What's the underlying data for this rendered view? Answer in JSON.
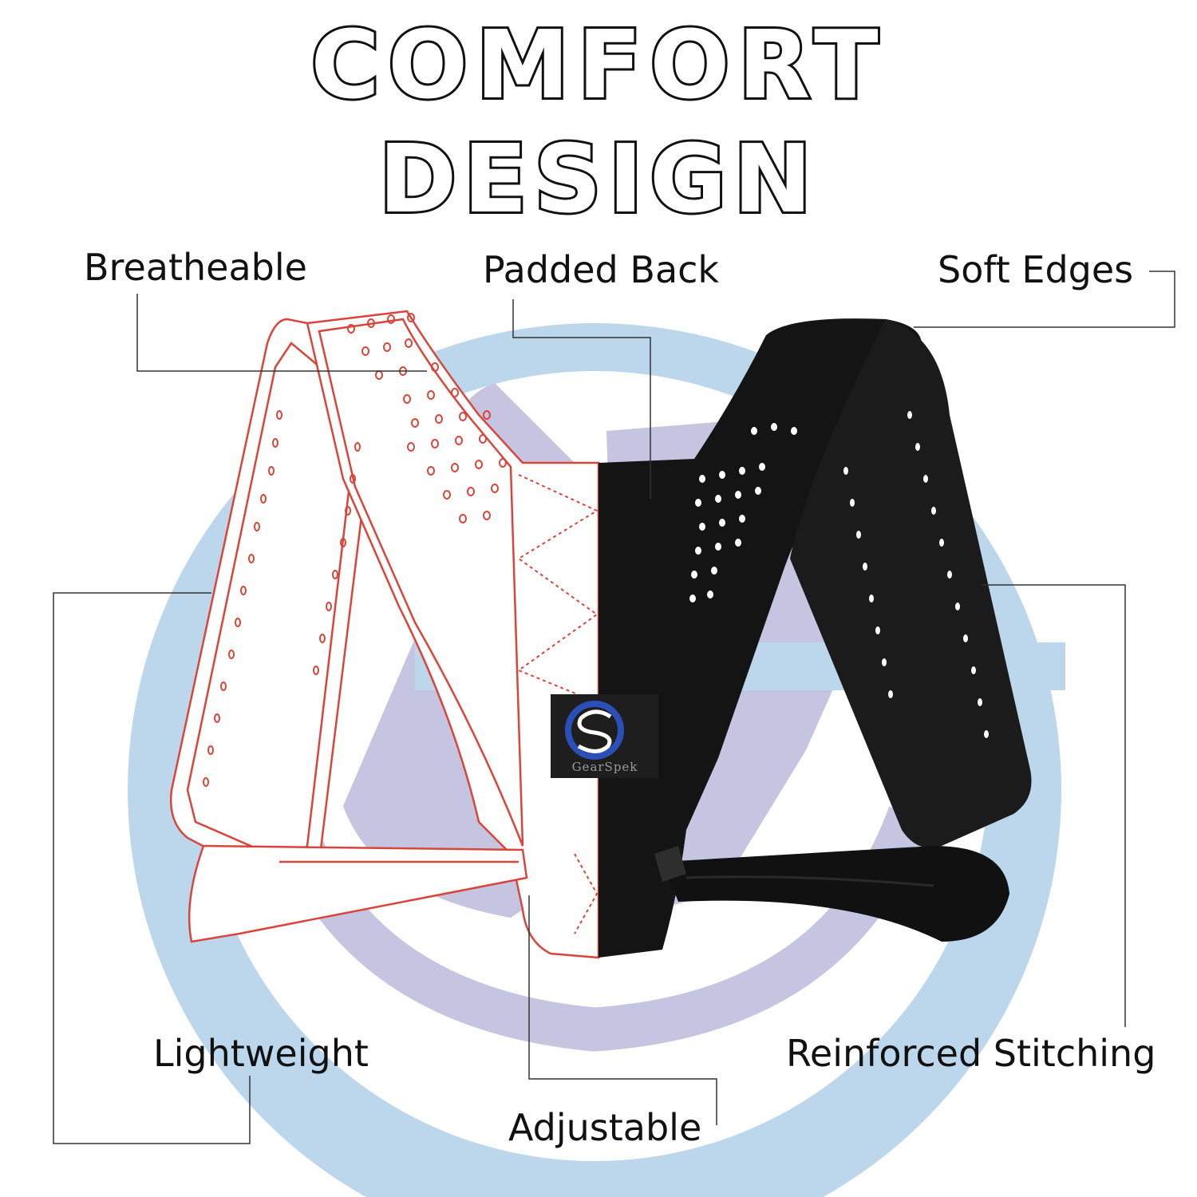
{
  "headline": {
    "line1": "COMFORT",
    "line2": "DESIGN"
  },
  "callouts": {
    "breatheable": "Breatheable",
    "padded_back": "Padded Back",
    "soft_edges": "Soft Edges",
    "lightweight": "Lightweight",
    "reinforced_stitching": "Reinforced Stitching",
    "adjustable": "Adjustable"
  },
  "logo": {
    "text": "GearSpek"
  },
  "colors": {
    "circle_outer": "#bcd6ec",
    "circle_inner": "#c5c4e1",
    "outline_red": "#d9453b",
    "fabric_black": "#141414",
    "logo_blue": "#2b4fb8"
  }
}
